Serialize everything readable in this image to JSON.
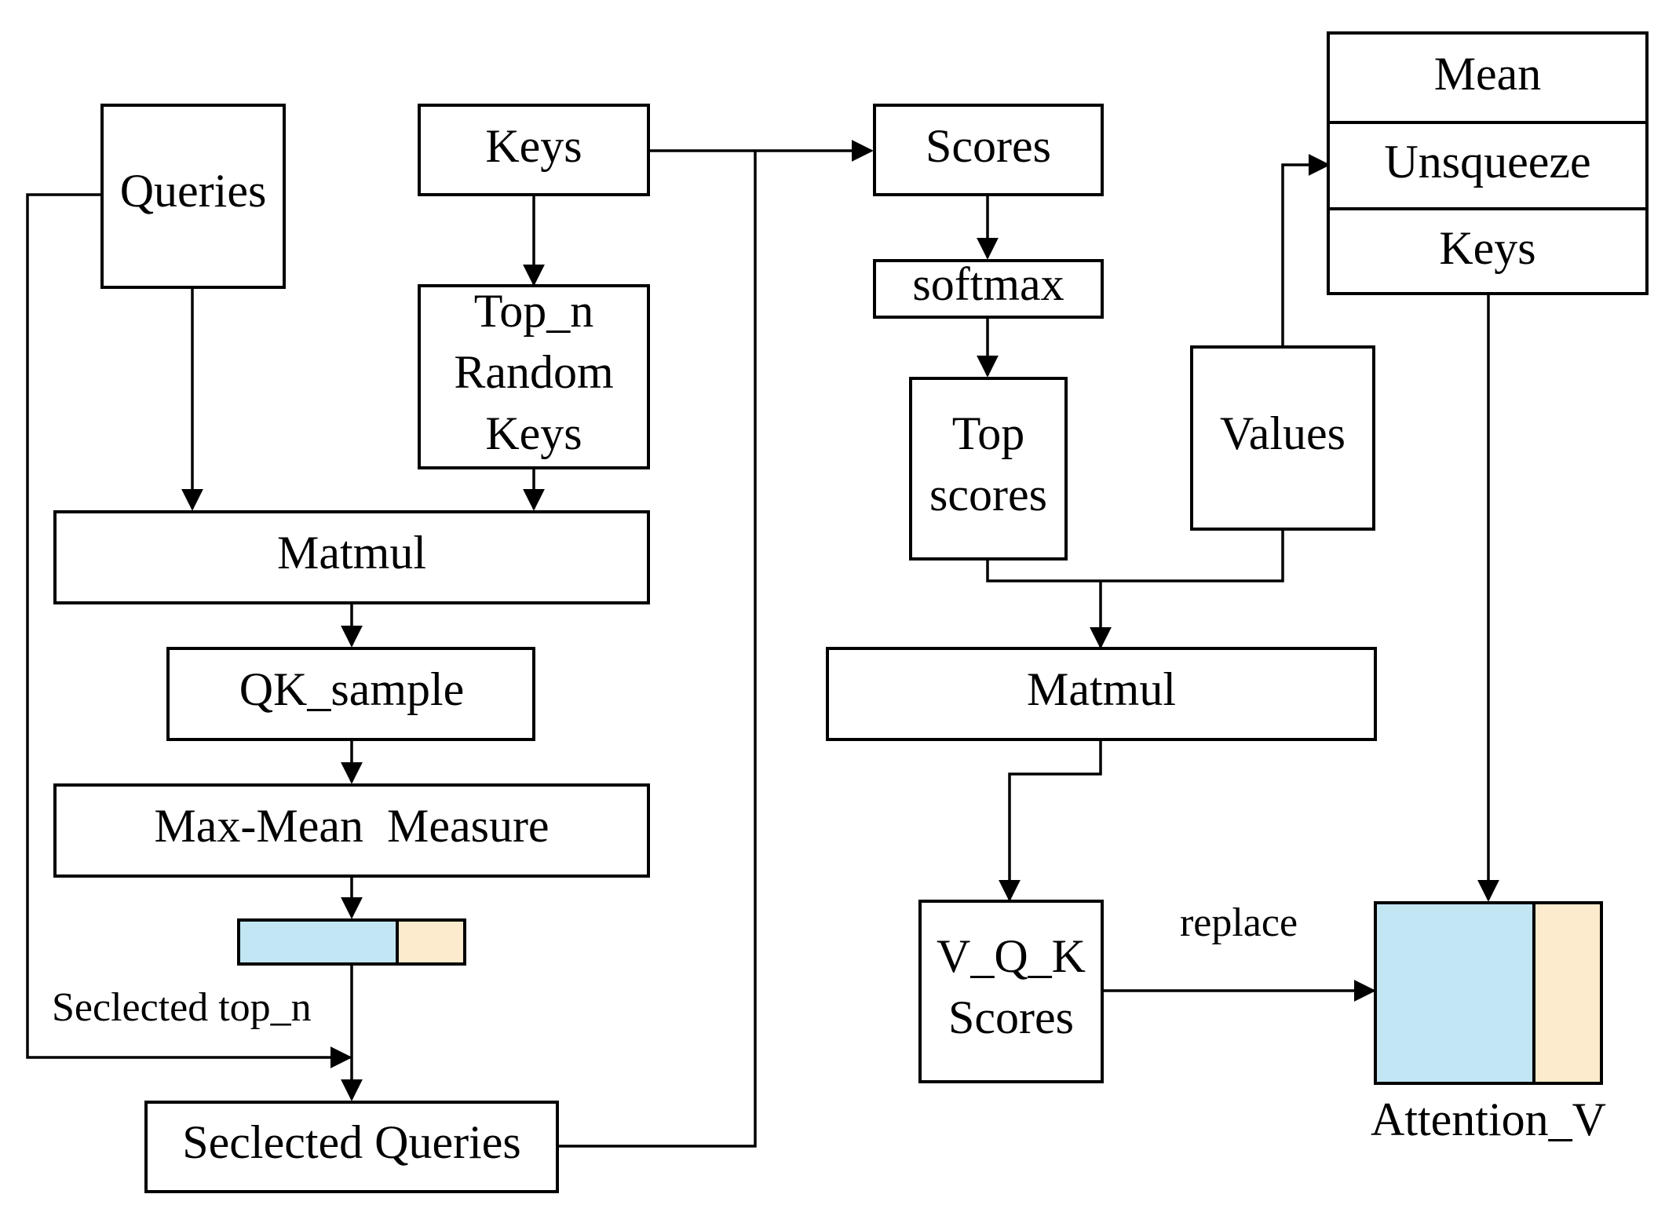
{
  "nodes": {
    "queries": "Queries",
    "keys": "Keys",
    "top_n_random_keys": [
      "Top_n",
      "Random",
      "Keys"
    ],
    "matmul_left": "Matmul",
    "qk_sample": "QK_sample",
    "max_mean_measure": "Max-Mean  Measure",
    "selected_top_n": "Seclected top_n",
    "selected_queries": "Seclected Queries",
    "scores": "Scores",
    "softmax": "softmax",
    "top_scores": [
      "Top",
      "scores"
    ],
    "values": "Values",
    "matmul_right": "Matmul",
    "v_q_k_scores": [
      "V_Q_K",
      "Scores"
    ],
    "stack": [
      "Mean",
      "Unsqueeze",
      "Keys"
    ],
    "replace": "replace",
    "attention_v": "Attention_V"
  },
  "colors": {
    "blue_fill": "#c2e6f4",
    "tan_fill": "#fcebcd",
    "stroke": "#000000"
  }
}
